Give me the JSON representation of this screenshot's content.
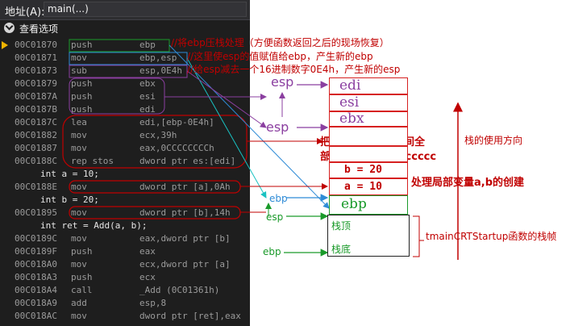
{
  "address_bar": {
    "label": "地址(A):",
    "value": "main(...)"
  },
  "options": {
    "label": "查看选项"
  },
  "code_lines": [
    {
      "type": "asm",
      "addr": "00C01870",
      "mnemonic": "push",
      "operands": "ebp",
      "current": true
    },
    {
      "type": "asm",
      "addr": "00C01871",
      "mnemonic": "mov",
      "operands": "ebp,esp"
    },
    {
      "type": "asm",
      "addr": "00C01873",
      "mnemonic": "sub",
      "operands": "esp,0E4h"
    },
    {
      "type": "asm",
      "addr": "00C01879",
      "mnemonic": "push",
      "operands": "ebx"
    },
    {
      "type": "asm",
      "addr": "00C0187A",
      "mnemonic": "push",
      "operands": "esi"
    },
    {
      "type": "asm",
      "addr": "00C0187B",
      "mnemonic": "push",
      "operands": "edi"
    },
    {
      "type": "asm",
      "addr": "00C0187C",
      "mnemonic": "lea",
      "operands": "edi,[ebp-0E4h]"
    },
    {
      "type": "asm",
      "addr": "00C01882",
      "mnemonic": "mov",
      "operands": "ecx,39h"
    },
    {
      "type": "asm",
      "addr": "00C01887",
      "mnemonic": "mov",
      "operands": "eax,0CCCCCCCCh"
    },
    {
      "type": "asm",
      "addr": "00C0188C",
      "mnemonic": "rep stos",
      "operands": "dword ptr es:[edi]"
    },
    {
      "type": "src",
      "text": "int a = 10;"
    },
    {
      "type": "asm",
      "addr": "00C0188E",
      "mnemonic": "mov",
      "operands": "dword ptr [a],0Ah"
    },
    {
      "type": "src",
      "text": "int b = 20;"
    },
    {
      "type": "asm",
      "addr": "00C01895",
      "mnemonic": "mov",
      "operands": "dword ptr [b],14h"
    },
    {
      "type": "src",
      "text": "int ret = Add(a, b);"
    },
    {
      "type": "asm",
      "addr": "00C0189C",
      "mnemonic": "mov",
      "operands": "eax,dword ptr [b]"
    },
    {
      "type": "asm",
      "addr": "00C0189F",
      "mnemonic": "push",
      "operands": "eax"
    },
    {
      "type": "asm",
      "addr": "00C018A0",
      "mnemonic": "mov",
      "operands": "ecx,dword ptr [a]"
    },
    {
      "type": "asm",
      "addr": "00C018A3",
      "mnemonic": "push",
      "operands": "ecx"
    },
    {
      "type": "asm",
      "addr": "00C018A4",
      "mnemonic": "call",
      "operands": "_Add (0C01361h)"
    },
    {
      "type": "asm",
      "addr": "00C018A9",
      "mnemonic": "add",
      "operands": "esp,8"
    },
    {
      "type": "asm",
      "addr": "00C018AC",
      "mnemonic": "mov",
      "operands": "dword ptr [ret],eax"
    }
  ],
  "annotations": {
    "push_ebp": "//将ebp压栈处理（方便函数返回之后的现场恢复）",
    "mov_ebp": "//这里使esp的值赋值给ebp，产生新的ebp",
    "sub_esp": "//给esp减去一个16进制数字0E4h，产生新的esp",
    "init_note_1": "把栈顿与开辟的空间全",
    "init_note_2": "部初始化为0xcccccccc",
    "local_vars": "处理局部变量a,b的创建",
    "growth_dir": "栈的使用方向",
    "frame_label": "tmainCRTStartup函数的栈帧"
  },
  "stack_slots": [
    "edi",
    "esi",
    "ebx",
    "",
    "",
    "b = 20",
    "a = 10",
    "ebp"
  ],
  "pointer_labels": {
    "esp_top": "esp",
    "esp_mid": "esp",
    "ebp_mid": "ebp",
    "esp_low": "esp",
    "ebp_low": "ebp"
  },
  "frame_box": {
    "top_label": "栈顶",
    "bottom_label": "栈底"
  },
  "colors": {
    "annotation_red": "#c00000",
    "stack_purple": "#8b3fa0",
    "ebp_green": "#1a9a2a",
    "arrow_blue": "#2e8bd6",
    "arrow_cyan": "#19c2c2"
  }
}
